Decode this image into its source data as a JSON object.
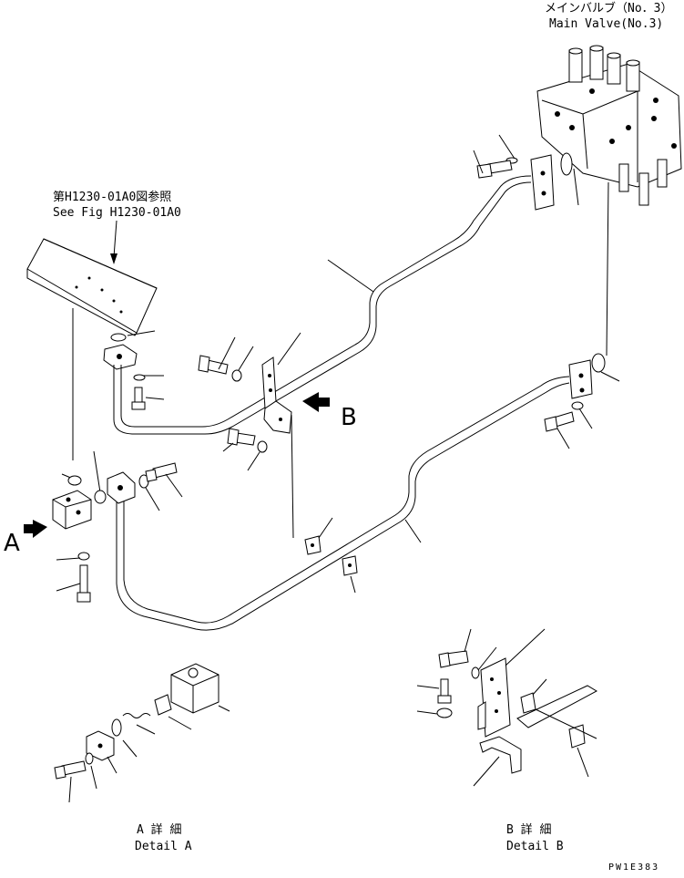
{
  "header": {
    "valve_jp": "メインバルブ（No．3）",
    "valve_en": "Main Valve(No.3)"
  },
  "reference": {
    "jp": "第H1230-01A0図参照",
    "en": "See Fig H1230-01A0"
  },
  "view_markers": {
    "a": "A",
    "b": "B"
  },
  "details": {
    "a_jp": "A 詳 細",
    "a_en": "Detail A",
    "b_jp": "B 詳 細",
    "b_en": "Detail B"
  },
  "drawing_code": "PW1E383"
}
